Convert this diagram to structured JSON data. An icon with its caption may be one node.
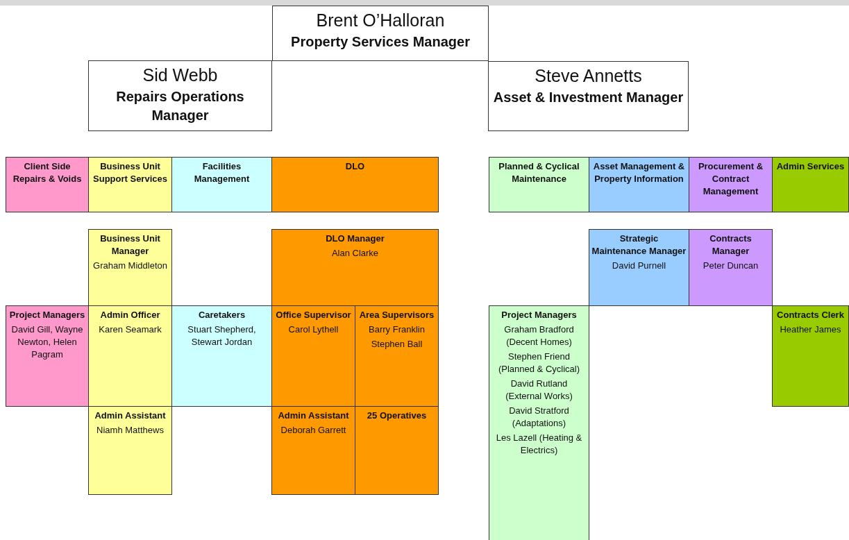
{
  "diagram": {
    "nodes": [
      {
        "text": [
          "Brent O’Halloran",
          "Property Services Manager"
        ]
      },
      {
        "text": [
          "Sid Webb",
          "Repairs Operations Manager"
        ]
      },
      {
        "text": [
          "Steve Annetts",
          "Asset & Investment Manager"
        ]
      },
      {
        "text": [
          "Client Side Repairs & Voids"
        ]
      },
      {
        "text": [
          "Business Unit Support Services"
        ]
      },
      {
        "text": [
          "Facilities Management"
        ]
      },
      {
        "text": [
          "DLO"
        ]
      },
      {
        "text": [
          "Planned & Cyclical Maintenance"
        ]
      },
      {
        "text": [
          "Asset Management & Property Information"
        ]
      },
      {
        "text": [
          "Procurement & Contract Management"
        ]
      },
      {
        "text": [
          "Admin Services"
        ]
      },
      {
        "text": [
          "Business Unit Manager",
          "Graham Middleton"
        ]
      },
      {
        "text": [
          "DLO Manager",
          "Alan Clarke"
        ]
      },
      {
        "text": [
          "Strategic Maintenance Manager",
          "David Purnell"
        ]
      },
      {
        "text": [
          "Contracts Manager",
          "Peter Duncan"
        ]
      },
      {
        "text": [
          "Project Managers",
          "David Gill, Wayne Newton, Helen Pagram"
        ]
      },
      {
        "text": [
          "Admin Officer",
          "Karen Seamark"
        ]
      },
      {
        "text": [
          "Caretakers",
          "Stuart Shepherd, Stewart Jordan"
        ]
      },
      {
        "text": [
          "Office Supervisor",
          "Carol Lythell"
        ]
      },
      {
        "text": [
          "Area Supervisors",
          "Barry Franklin",
          "Stephen Ball"
        ]
      },
      {
        "text": [
          "Project Managers",
          "Graham Bradford (Decent Homes)",
          "Stephen Friend (Planned & Cyclical)",
          "David Rutland (External Works)",
          "David Stratford (Adaptations)",
          "Les Lazell (Heating & Electrics)"
        ]
      },
      {
        "text": [
          "Contracts Clerk",
          "Heather James"
        ]
      },
      {
        "text": [
          "Admin Assistant",
          "Niamh Matthews"
        ]
      },
      {
        "text": [
          "Admin Assistant",
          "Deborah Garrett"
        ]
      },
      {
        "text": [
          "25 Operatives"
        ]
      }
    ]
  }
}
